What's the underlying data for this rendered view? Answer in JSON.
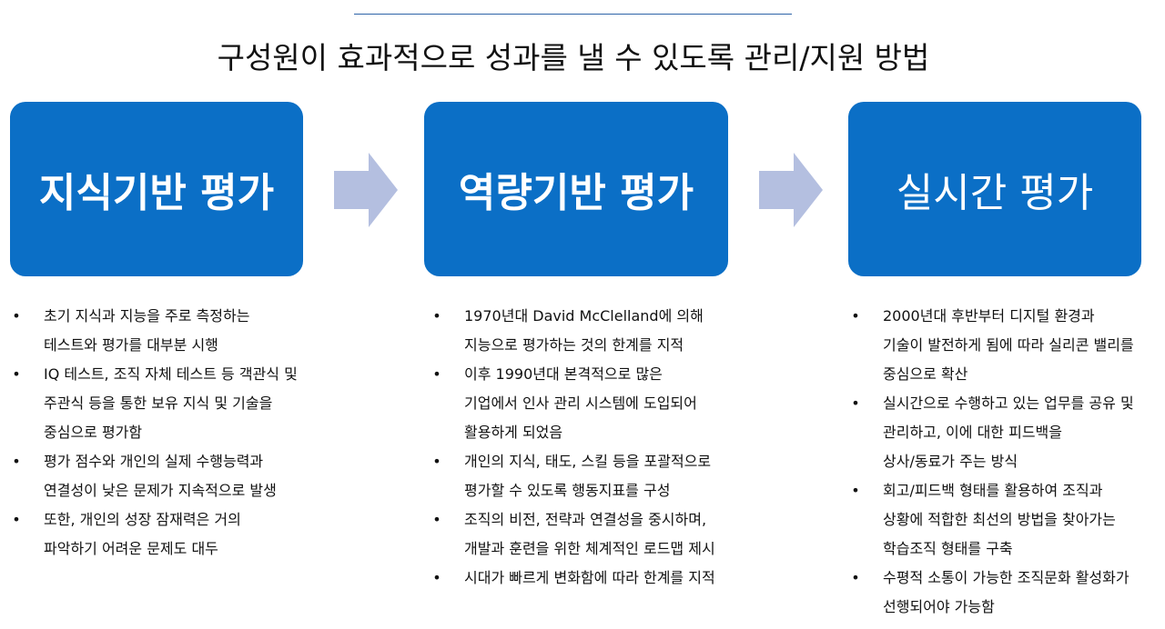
{
  "title": "구성원이 효과적으로 성과를 낼 수 있도록 관리/지원 방법",
  "colors": {
    "stage_box": "#0b6fc6",
    "arrow": "#b4bfe0",
    "rule": "#2e63a8"
  },
  "arrow_icon": "right-arrow-icon",
  "stages": [
    {
      "label": "지식기반 평가",
      "bullets": [
        [
          "초기 지식과 지능을 주로 측정하는",
          "테스트와 평가를 대부분 시행"
        ],
        [
          "IQ 테스트, 조직 자체 테스트 등 객관식 및",
          "주관식 등을 통한 보유 지식 및 기술을",
          "중심으로 평가함"
        ],
        [
          "평가 점수와 개인의 실제 수행능력과",
          "연결성이 낮은 문제가 지속적으로 발생"
        ],
        [
          "또한, 개인의 성장 잠재력은 거의",
          "파악하기 어려운 문제도 대두"
        ]
      ]
    },
    {
      "label": "역량기반 평가",
      "bullets": [
        [
          "1970년대 David McClelland에 의해",
          "지능으로 평가하는 것의 한계를 지적"
        ],
        [
          "이후 1990년대 본격적으로 많은",
          "기업에서 인사 관리 시스템에 도입되어",
          "활용하게 되었음"
        ],
        [
          "개인의 지식, 태도, 스킬 등을 포괄적으로",
          "평가할 수 있도록 행동지표를 구성"
        ],
        [
          "조직의 비전, 전략과 연결성을 중시하며,",
          "개발과 훈련을 위한 체계적인 로드맵 제시"
        ],
        [
          "시대가 빠르게 변화함에 따라 한계를 지적"
        ]
      ]
    },
    {
      "label": "실시간 평가",
      "bullets": [
        [
          "2000년대 후반부터 디지털 환경과",
          "기술이 발전하게 됨에 따라 실리콘 밸리를",
          "중심으로 확산"
        ],
        [
          "실시간으로 수행하고 있는 업무를 공유 및",
          "관리하고, 이에 대한 피드백을",
          "상사/동료가 주는 방식"
        ],
        [
          "회고/피드백 형태를 활용하여 조직과",
          "상황에 적합한 최선의 방법을 찾아가는",
          "학습조직 형태를 구축"
        ],
        [
          "수평적 소통이 가능한 조직문화 활성화가",
          "선행되어야 가능함"
        ]
      ]
    }
  ]
}
